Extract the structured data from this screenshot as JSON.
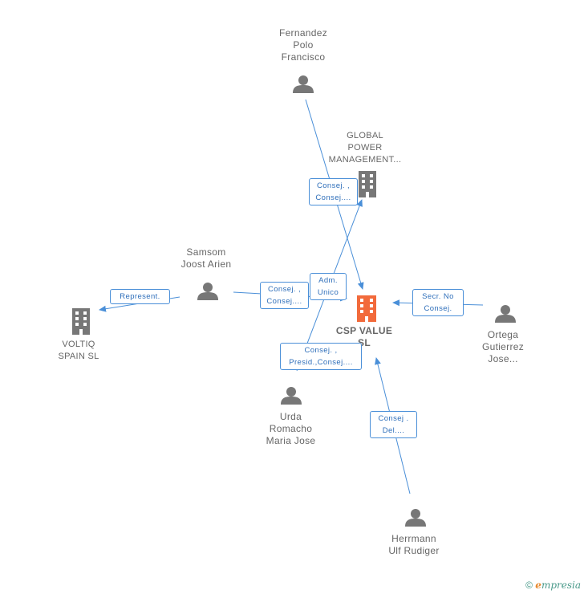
{
  "nodes": {
    "fernandez": {
      "lines": [
        "Fernandez",
        "Polo",
        "Francisco"
      ]
    },
    "global_power": {
      "lines": [
        "GLOBAL",
        "POWER",
        "MANAGEMENT..."
      ]
    },
    "samsom": {
      "lines": [
        "Samsom",
        "Joost Arien"
      ]
    },
    "voltiq": {
      "lines": [
        "VOLTIQ",
        "SPAIN SL"
      ]
    },
    "csp": {
      "lines": [
        "CSP VALUE",
        "SL"
      ]
    },
    "ortega": {
      "lines": [
        "Ortega",
        "Gutierrez",
        "Jose..."
      ]
    },
    "urda": {
      "lines": [
        "Urda",
        "Romacho",
        "Maria Jose"
      ]
    },
    "herrmann": {
      "lines": [
        "Herrmann",
        "Ulf Rudiger"
      ]
    }
  },
  "edges": {
    "fernandez_csp": {
      "lines": [
        "Consej. ,",
        "Consej...."
      ]
    },
    "samsom_voltiq": {
      "lines": [
        "Represent."
      ]
    },
    "samsom_csp": {
      "lines": [
        "Consej. ,",
        "Consej...."
      ]
    },
    "global_csp": {
      "lines": [
        "Adm.",
        "Unico"
      ]
    },
    "ortega_csp": {
      "lines": [
        "Secr.  No",
        "Consej."
      ]
    },
    "urda_global": {
      "lines": [
        "Consej. ,",
        "Presid.,Consej...."
      ]
    },
    "herrmann_csp": {
      "lines": [
        "Consej .",
        "Del...."
      ]
    }
  },
  "footer": {
    "copyright": "©",
    "brand_e": "e",
    "brand_rest": "mpresia"
  },
  "colors": {
    "edge": "#4a8fd8",
    "person": "#777777",
    "company": "#777777",
    "main_company": "#f26a3b"
  }
}
